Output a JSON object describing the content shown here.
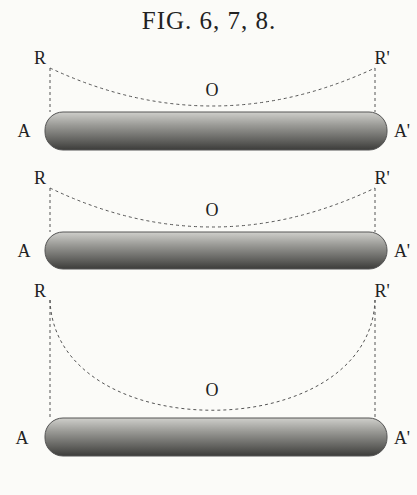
{
  "diagram": {
    "title": "FIG. 6, 7, 8.",
    "labels": [
      "R",
      "R'",
      "O",
      "A",
      "A'",
      "R",
      "R'",
      "O",
      "A",
      "A'",
      "R",
      "R'",
      "O",
      "A",
      "A'"
    ]
  }
}
